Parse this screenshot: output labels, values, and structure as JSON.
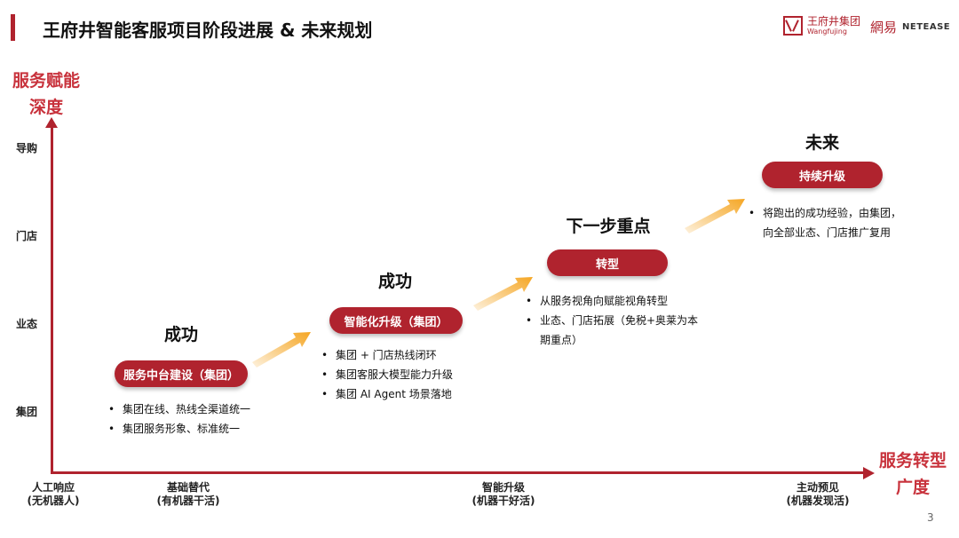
{
  "header": {
    "title": "王府井智能客服项目阶段进展 & 未来规划",
    "logo_wfj_cn": "王府井集团",
    "logo_wfj_en": "Wangfujing",
    "logo_netease_cn": "網易",
    "logo_netease_en": "NETEASE"
  },
  "axes": {
    "y_label": "服务赋能\n深度",
    "x_label": "服务转型\n广度",
    "y_ticks": [
      "导购",
      "门店",
      "业态",
      "集团"
    ],
    "x_ticks": [
      "人工响应\n(无机器人)",
      "基础替代\n(有机器干活)",
      "智能升级\n(机器干好活)",
      "主动预见\n(机器发现活)"
    ]
  },
  "stages": [
    {
      "title": "成功",
      "pill": "服务中台建设（集团）",
      "bullets": [
        "集团在线、热线全渠道统一",
        "集团服务形象、标准统一"
      ]
    },
    {
      "title": "成功",
      "pill": "智能化升级（集团）",
      "bullets": [
        "集团 + 门店热线闭环",
        "集团客服大模型能力升级",
        "集团 AI Agent 场景落地"
      ]
    },
    {
      "title": "下一步重点",
      "pill": "转型",
      "bullets": [
        "从服务视角向赋能视角转型",
        "业态、门店拓展（免税+奥莱为本期重点）"
      ]
    },
    {
      "title": "未来",
      "pill": "持续升级",
      "bullets": [
        "将跑出的成功经验，由集团，向全部业态、门店推广复用"
      ]
    }
  ],
  "colors": {
    "accent": "#b0232e",
    "axis_label": "#c8323c",
    "arrow": "#f5a623"
  },
  "page_number": "3"
}
